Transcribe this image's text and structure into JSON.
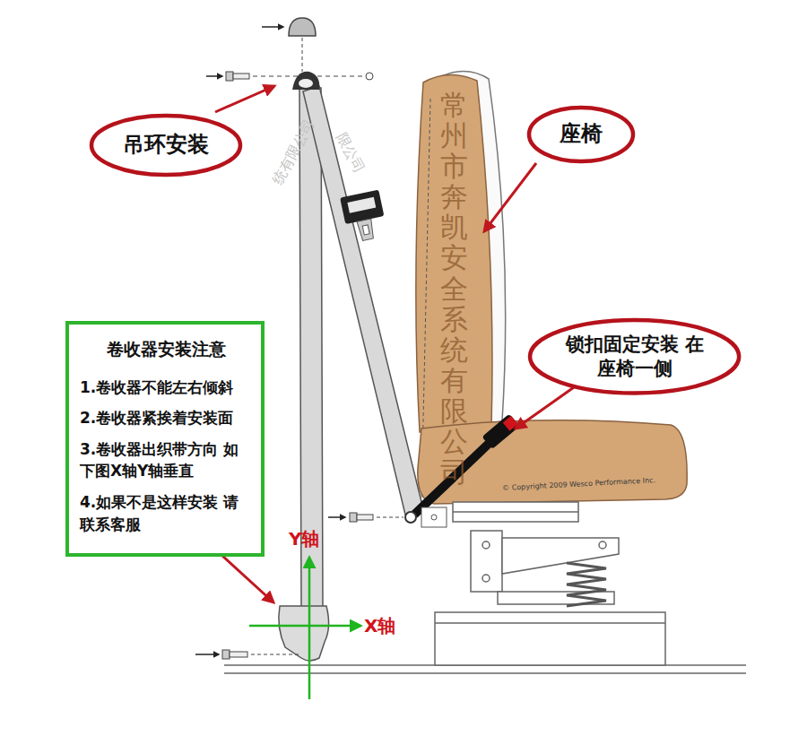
{
  "diagram": {
    "nodes": [
      {
        "text": [
          "吊环安装"
        ]
      },
      {
        "text": [
          "座椅"
        ]
      },
      {
        "text": [
          "卷收器安装注意",
          "1.卷收器不能左右倾斜",
          "2.卷收器紧挨着安装面",
          "3.卷收器出织带方向 如下图X轴Y轴垂直",
          "4.如果不是这样安装 请联系客服"
        ]
      },
      {
        "text": [
          "锁扣固定安装 在座椅一侧"
        ]
      }
    ],
    "labels": [
      "Y轴",
      "X轴",
      "常州市奔凯安全系统有限公司",
      "统有限公司",
      "限公司",
      "© Copyright 2009 Wesco Performance Inc."
    ]
  }
}
